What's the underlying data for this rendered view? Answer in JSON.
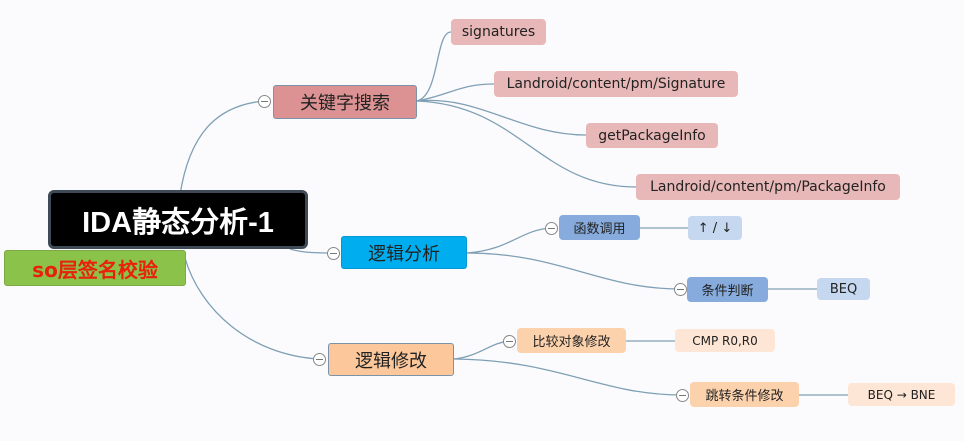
{
  "root": {
    "title": "IDA静态分析-1",
    "subtitle": "so层签名校验"
  },
  "branches": [
    {
      "label": "关键字搜索",
      "children": [
        "signatures",
        "Landroid/content/pm/Signature",
        "getPackageInfo",
        "Landroid/content/pm/PackageInfo"
      ]
    },
    {
      "label": "逻辑分析",
      "children": [
        {
          "label": "函数调用",
          "detail": "↑ / ↓"
        },
        {
          "label": "条件判断",
          "detail": "BEQ"
        }
      ]
    },
    {
      "label": "逻辑修改",
      "children": [
        {
          "label": "比较对象修改",
          "detail": "CMP R0,R0"
        },
        {
          "label": "跳转条件修改",
          "detail": "BEQ → BNE"
        }
      ]
    }
  ]
}
